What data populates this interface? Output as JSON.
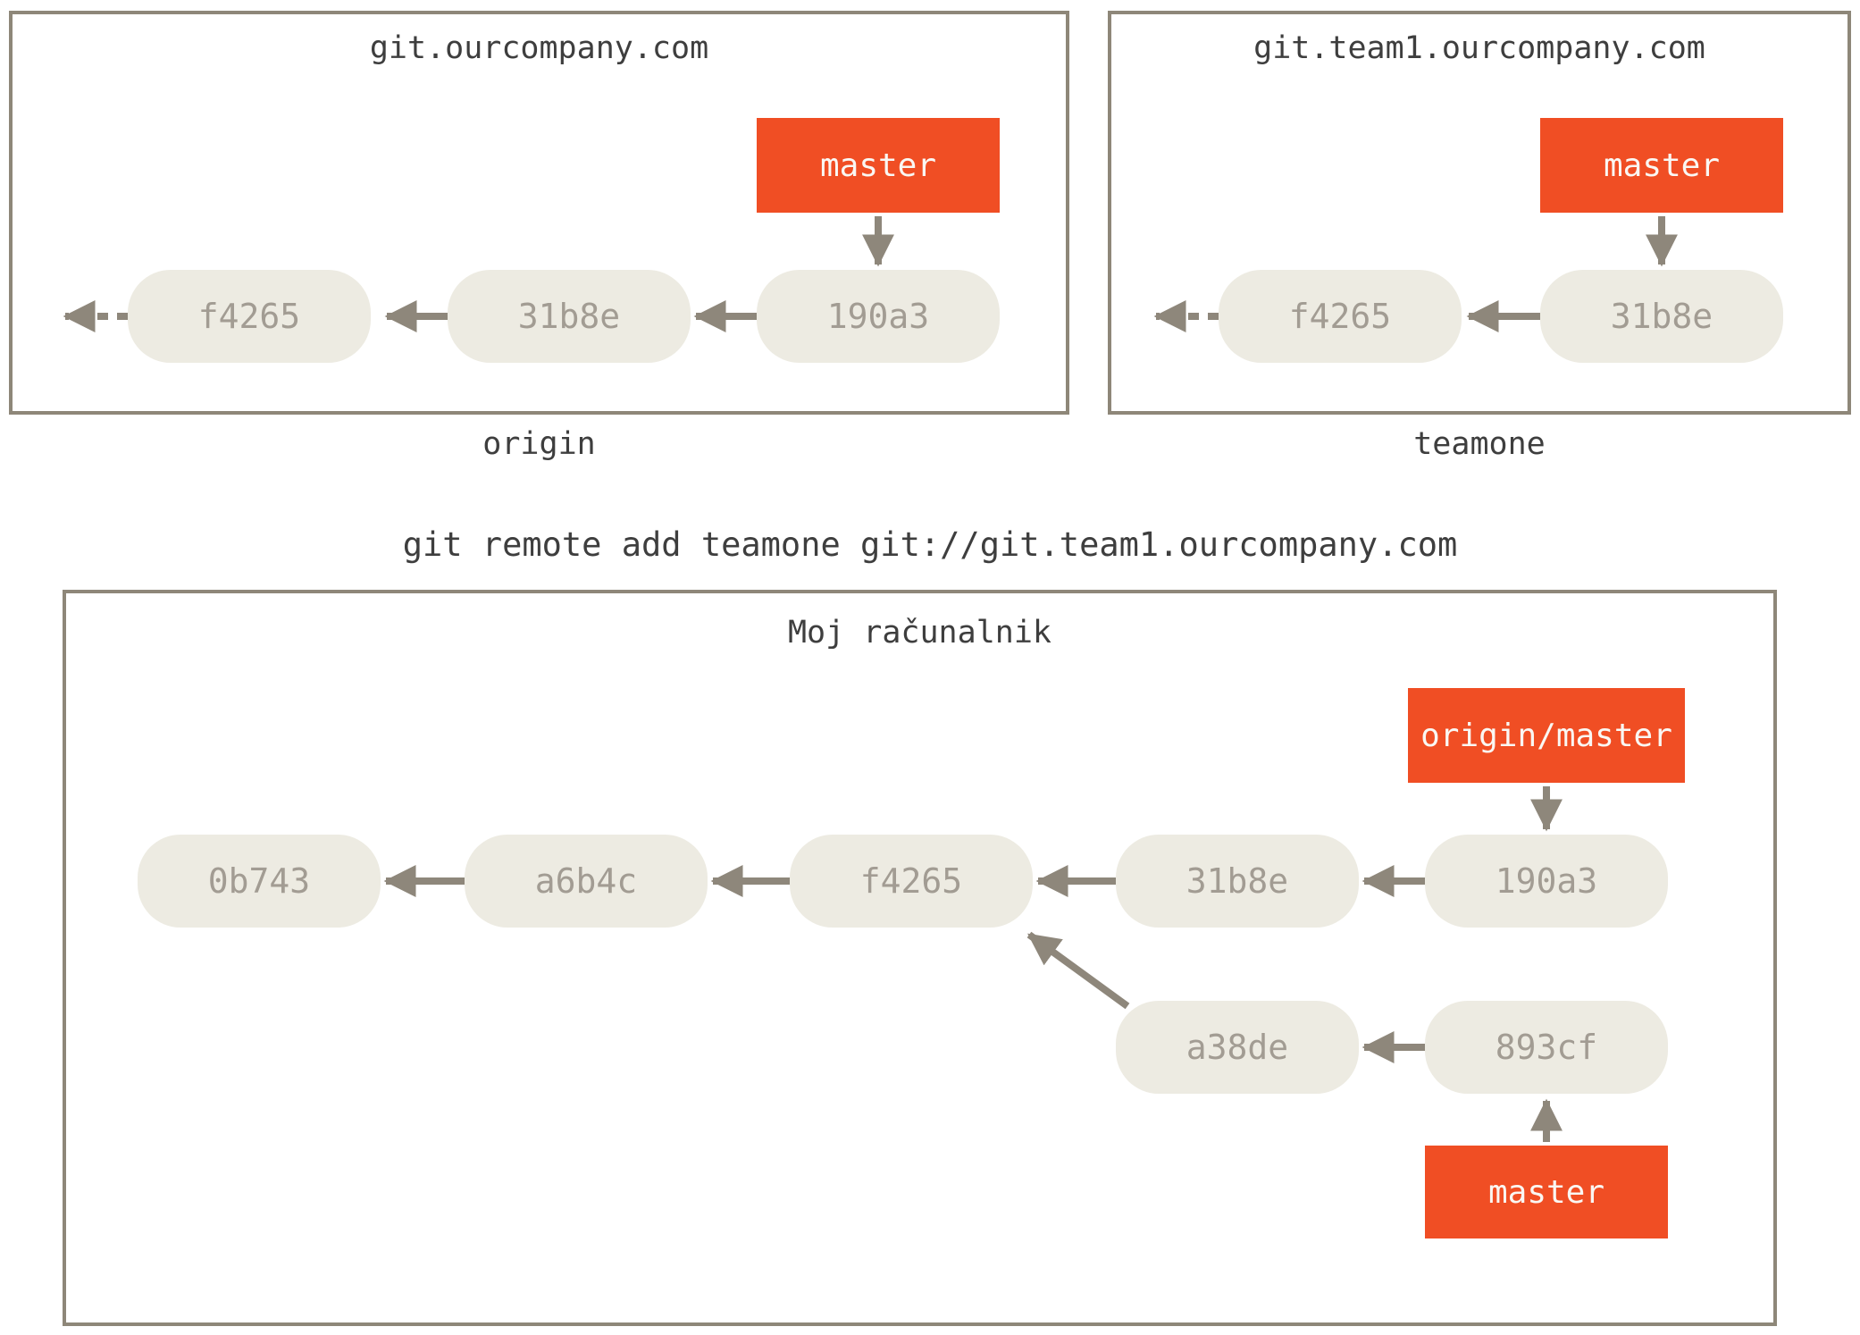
{
  "colors": {
    "accent_red": "#f04e24",
    "pill_bg": "#edebe2",
    "pill_text": "#a29c93",
    "arrow": "#8e877b",
    "box_border": "#8e8779",
    "text": "#3e3e3e",
    "ref_text": "#faf7f3"
  },
  "remotes": [
    {
      "title": "git.ourcompany.com",
      "label": "origin",
      "branch": "master",
      "head": "190a3",
      "commits": [
        "f4265",
        "31b8e",
        "190a3"
      ]
    },
    {
      "title": "git.team1.ourcompany.com",
      "label": "teamone",
      "branch": "master",
      "head": "31b8e",
      "commits": [
        "f4265",
        "31b8e"
      ]
    }
  ],
  "command": "git remote add teamone git://git.team1.ourcompany.com",
  "local": {
    "title": "Moj računalnik",
    "main_commits": [
      "0b743",
      "a6b4c",
      "f4265",
      "31b8e",
      "190a3"
    ],
    "branch_commits": [
      "a38de",
      "893cf"
    ],
    "branch_merges_from": "f4265",
    "refs": [
      {
        "label": "origin/master",
        "points_to": "190a3"
      },
      {
        "label": "master",
        "points_to": "893cf"
      }
    ]
  }
}
